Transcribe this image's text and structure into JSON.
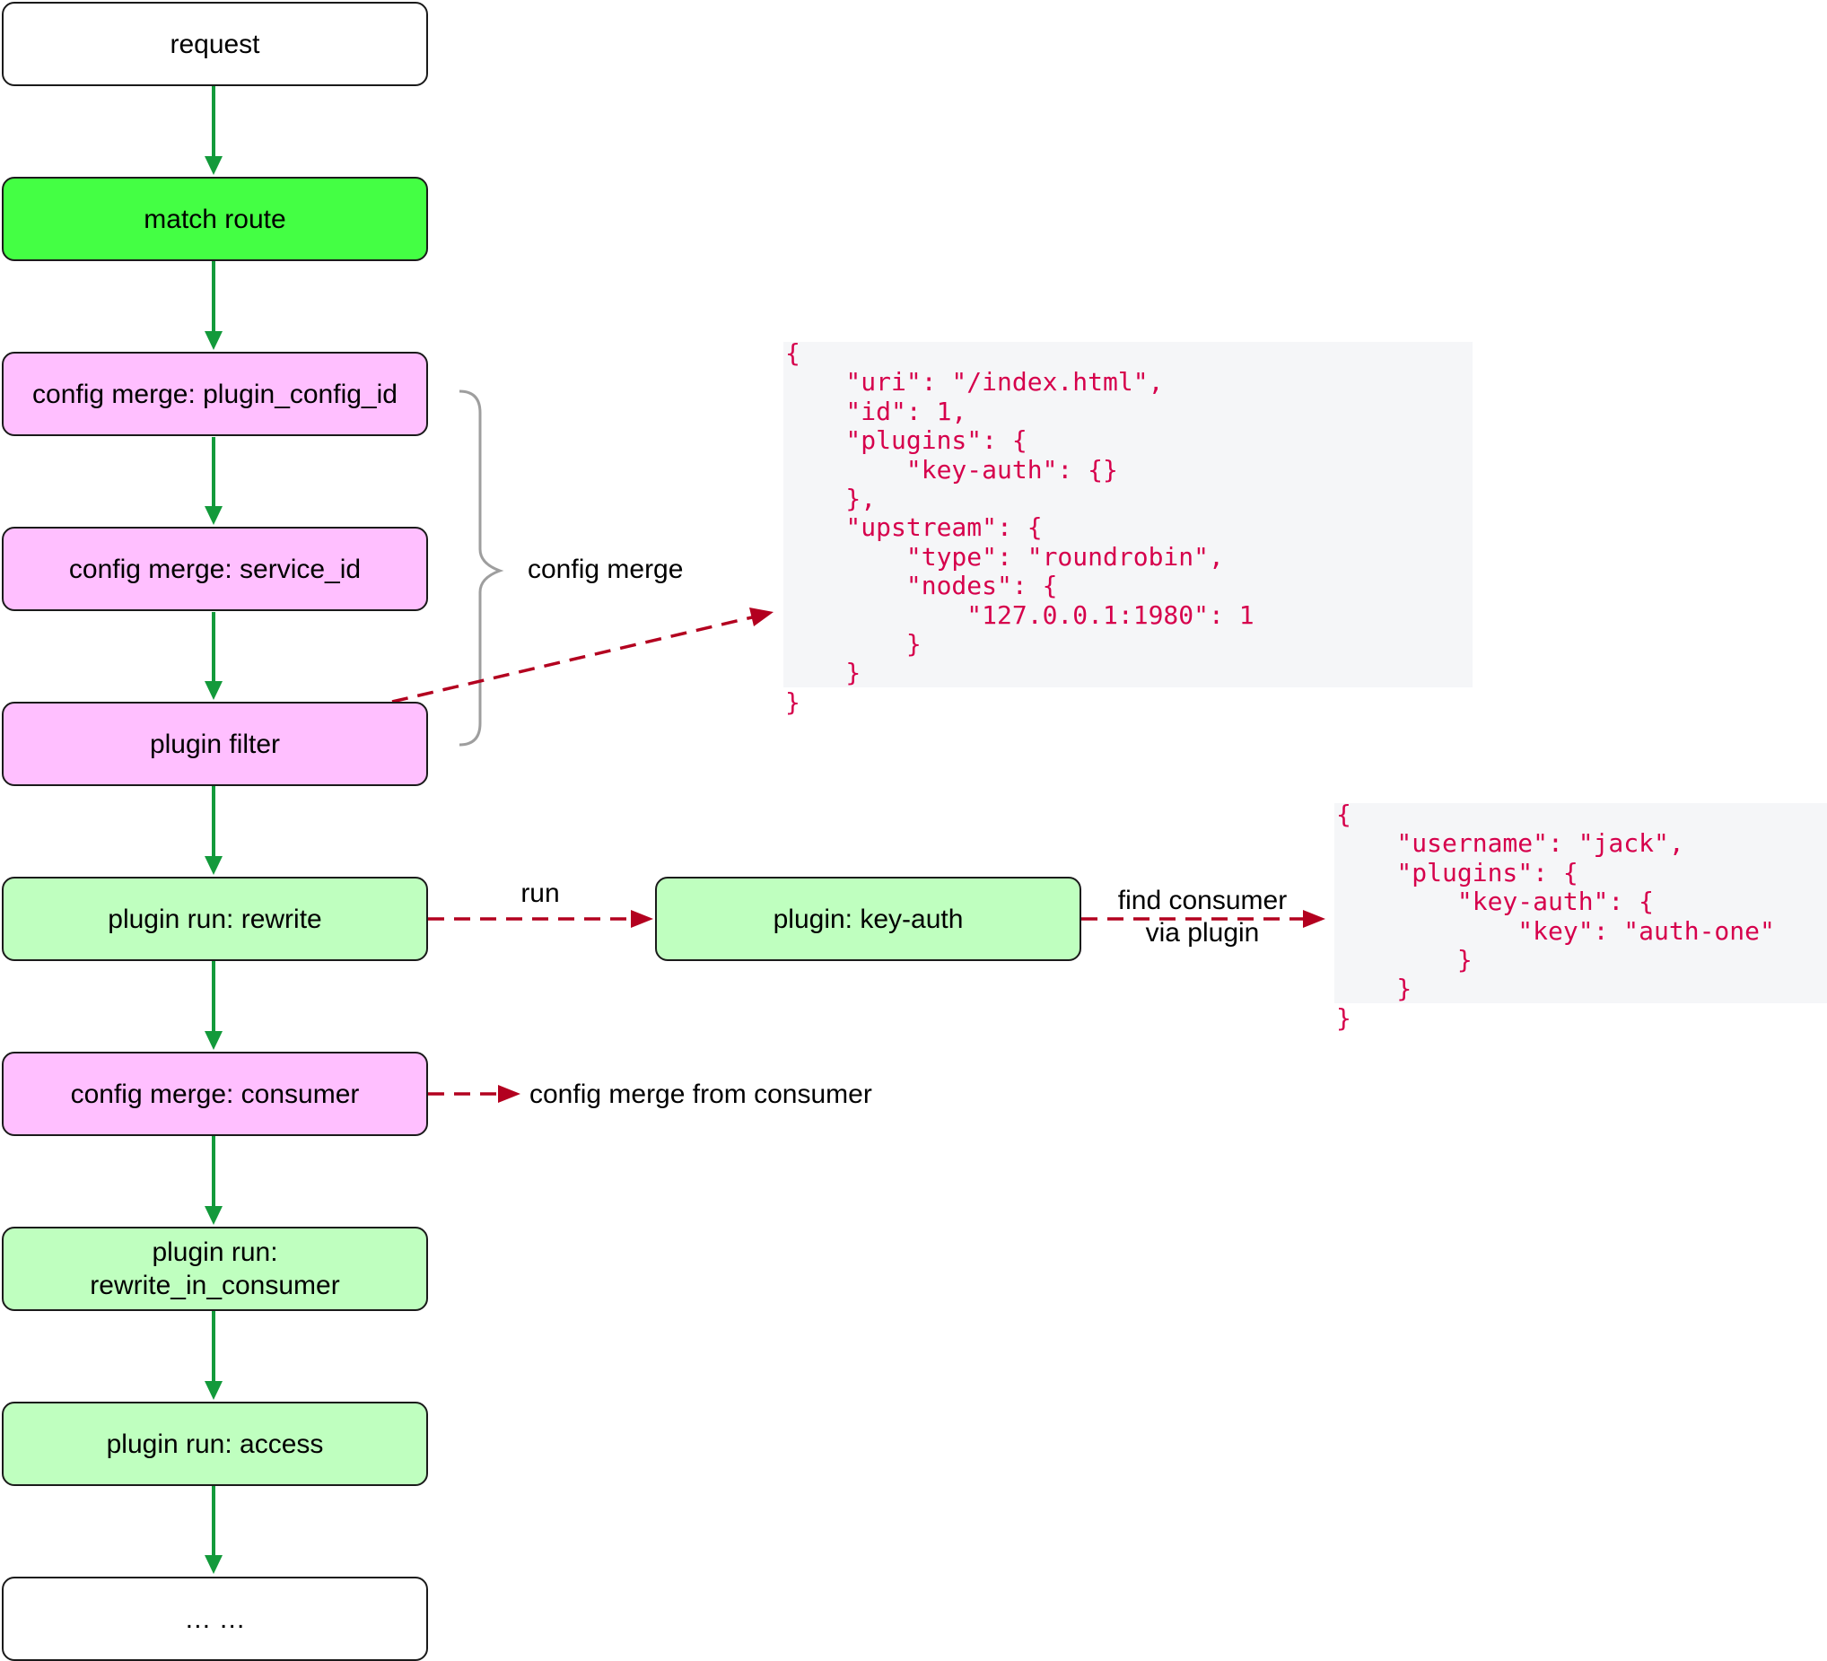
{
  "colors": {
    "node_white": "#ffffff",
    "node_bright_green": "#44ff44",
    "node_pink": "#ffbfff",
    "node_light_green": "#bfffbf",
    "flow_arrow": "#139a3b",
    "dashed_arrow": "#b3001f",
    "brace": "#9e9e9e",
    "code_text": "#d6004c",
    "code_background": "#f5f6f8"
  },
  "nodes": {
    "request": "request",
    "match_route": "match route",
    "config_merge_plugin_config_id": "config merge: plugin_config_id",
    "config_merge_service_id": "config merge: service_id",
    "plugin_filter": "plugin filter",
    "plugin_run_rewrite": "plugin run: rewrite",
    "config_merge_consumer": "config merge: consumer",
    "plugin_run_rewrite_in_consumer": "plugin run:\nrewrite_in_consumer",
    "plugin_run_access": "plugin run: access",
    "ellipsis": "… …",
    "plugin_key_auth": "plugin: key-auth"
  },
  "labels": {
    "config_merge": "config merge",
    "run": "run",
    "find_consumer_line1": "find consumer",
    "find_consumer_line2": "via plugin",
    "config_merge_from_consumer": "config merge from consumer"
  },
  "code_blocks": {
    "route_config": "{\n    \"uri\": \"/index.html\",\n    \"id\": 1,\n    \"plugins\": {\n        \"key-auth\": {}\n    },\n    \"upstream\": {\n        \"type\": \"roundrobin\",\n        \"nodes\": {\n            \"127.0.0.1:1980\": 1\n        }\n    }\n}",
    "consumer_config": "{\n    \"username\": \"jack\",\n    \"plugins\": {\n        \"key-auth\": {\n            \"key\": \"auth-one\"\n        }\n    }\n}"
  }
}
